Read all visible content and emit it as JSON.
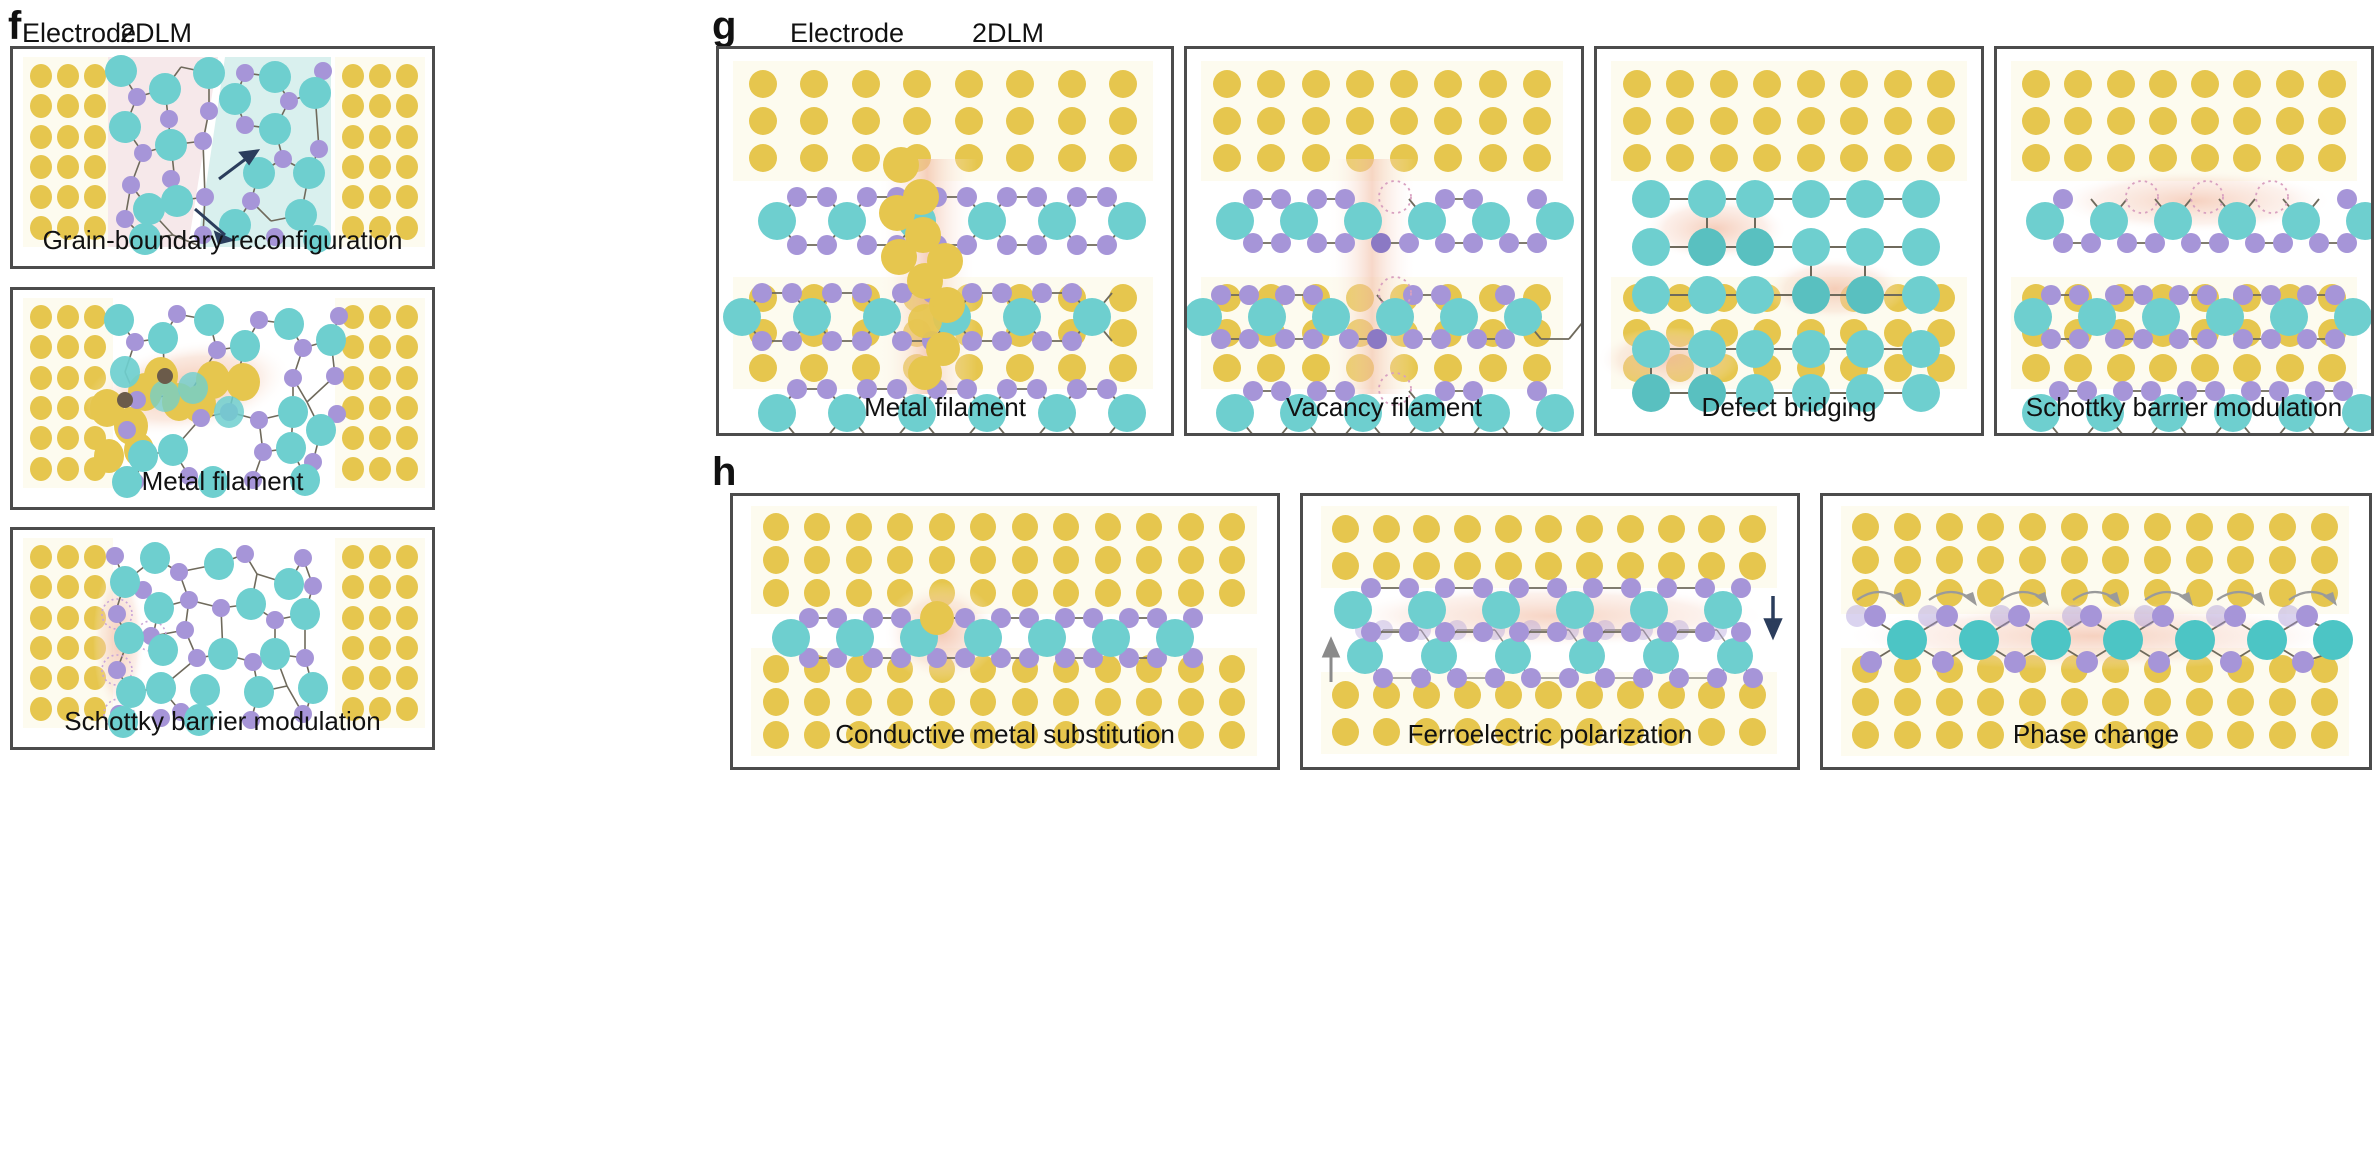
{
  "figure": {
    "panels": [
      "f",
      "g",
      "h"
    ],
    "legend_labels": {
      "electrode": "Electrode",
      "material": "2DLM"
    }
  },
  "colors": {
    "electrode_atom": "#e6c64e",
    "electrode_pad_bg": "#fdfbef",
    "metal_atom": "#6ecfcf",
    "chalcogen_atom": "#a695d8",
    "bond": "#6f6a5c",
    "box_border": "#4c4c4c",
    "highlight_glow": "#f2bda4",
    "grain_a_bg": "#f6e8ea",
    "grain_b_bg": "#d9f0ee",
    "arrow_dark": "#2b3d5c",
    "arrow_gray": "#8a8a8a",
    "text": "#111111"
  },
  "panel_f": {
    "letter": "f",
    "labels": {
      "electrode": "Electrode",
      "material": "2DLM"
    },
    "boxes": [
      {
        "id": "grain-boundary-reconfiguration",
        "caption": "Grain-boundary reconfiguration"
      },
      {
        "id": "metal-filament",
        "caption": "Metal filament"
      },
      {
        "id": "schottky-barrier-modulation",
        "caption": "Schottky barrier modulation"
      }
    ]
  },
  "panel_g": {
    "letter": "g",
    "labels": {
      "electrode": "Electrode",
      "material": "2DLM"
    },
    "boxes": [
      {
        "id": "metal-filament",
        "caption": "Metal filament"
      },
      {
        "id": "vacancy-filament",
        "caption": "Vacancy filament"
      },
      {
        "id": "defect-bridging",
        "caption": "Defect bridging"
      },
      {
        "id": "schottky-barrier-modulation",
        "caption": "Schottky barrier modulation"
      }
    ]
  },
  "panel_h": {
    "letter": "h",
    "boxes": [
      {
        "id": "conductive-metal-substitution",
        "caption": "Conductive metal substitution"
      },
      {
        "id": "ferroelectric-polarization",
        "caption": "Ferroelectric polarization"
      },
      {
        "id": "phase-change",
        "caption": "Phase change"
      }
    ]
  }
}
